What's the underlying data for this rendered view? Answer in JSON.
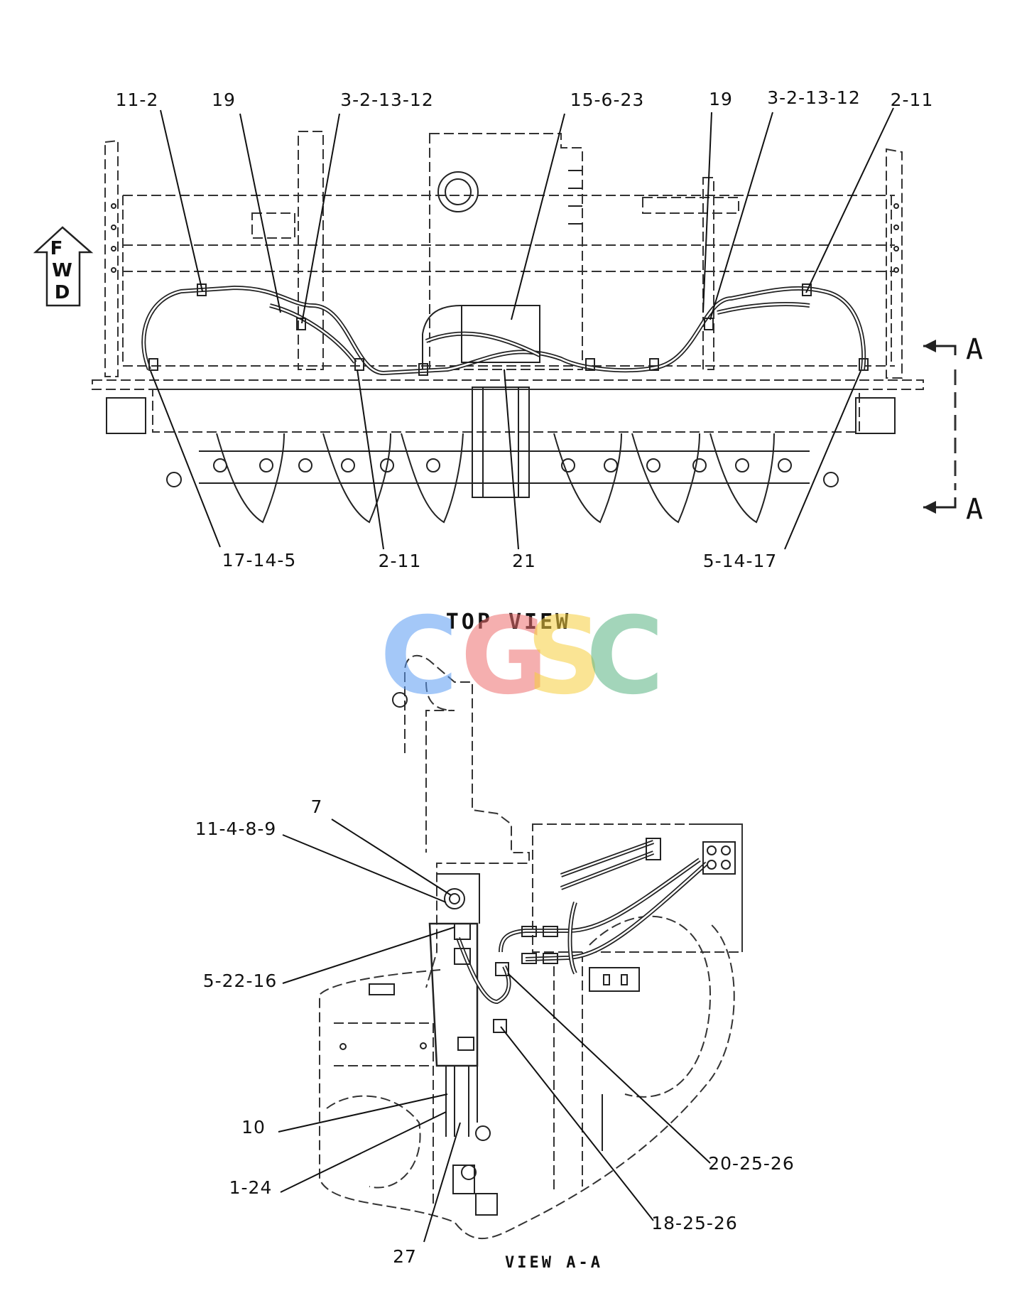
{
  "top_view": {
    "title": "TOP VIEW",
    "fwd_letters": [
      "F",
      "W",
      "D"
    ],
    "section_marks": [
      "A",
      "A"
    ],
    "callouts_top": [
      "11-2",
      "19",
      "3-2-13-12",
      "15-6-23",
      "19",
      "3-2-13-12",
      "2-11"
    ],
    "callouts_bottom": [
      "17-14-5",
      "2-11",
      "21",
      "5-14-17"
    ]
  },
  "view_aa": {
    "title": "VIEW A-A",
    "callouts": [
      "7",
      "11-4-8-9",
      "5-22-16",
      "10",
      "1-24",
      "27",
      "20-25-26",
      "18-25-26"
    ]
  },
  "watermark": {
    "letters": [
      "C",
      "G",
      "S",
      "C"
    ],
    "colors": [
      "#5b9cf4",
      "#ee6f6f",
      "#f6cf3d",
      "#58b483"
    ]
  },
  "colors": {
    "line": "#222222",
    "background": "#ffffff"
  }
}
